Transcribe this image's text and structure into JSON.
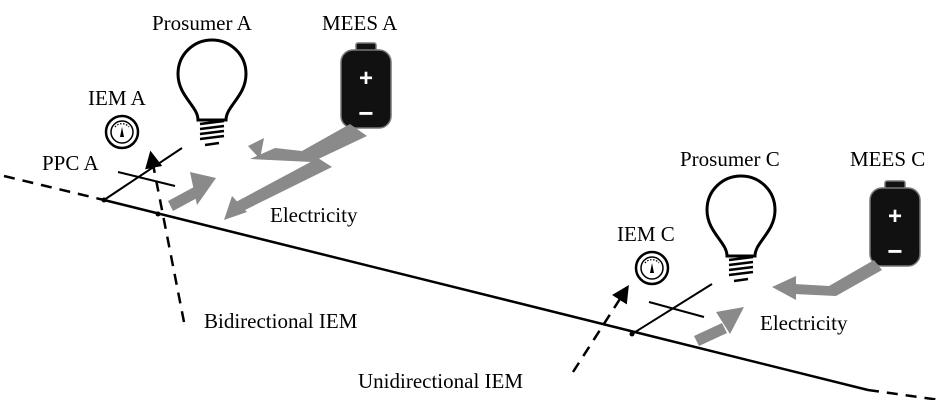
{
  "prosumer_a": {
    "label": "Prosumer A"
  },
  "mees_a": {
    "label": "MEES A",
    "plus": "+",
    "minus": "−"
  },
  "iem_a": {
    "label": "IEM A"
  },
  "ppc_a": {
    "label": "PPC A"
  },
  "prosumer_c": {
    "label": "Prosumer C"
  },
  "mees_c": {
    "label": "MEES C",
    "plus": "+",
    "minus": "−"
  },
  "iem_c": {
    "label": "IEM C"
  },
  "annotations": {
    "electricity_a": "Electricity",
    "electricity_c": "Electricity",
    "bidirectional": "Bidirectional IEM",
    "unidirectional": "Unidirectional IEM"
  },
  "colors": {
    "line": "#000000",
    "flow_arrow": "#8a8a8a",
    "battery": "#111111",
    "background": "#ffffff"
  },
  "icons": [
    "light-bulb-icon",
    "battery-icon",
    "meter-icon"
  ]
}
